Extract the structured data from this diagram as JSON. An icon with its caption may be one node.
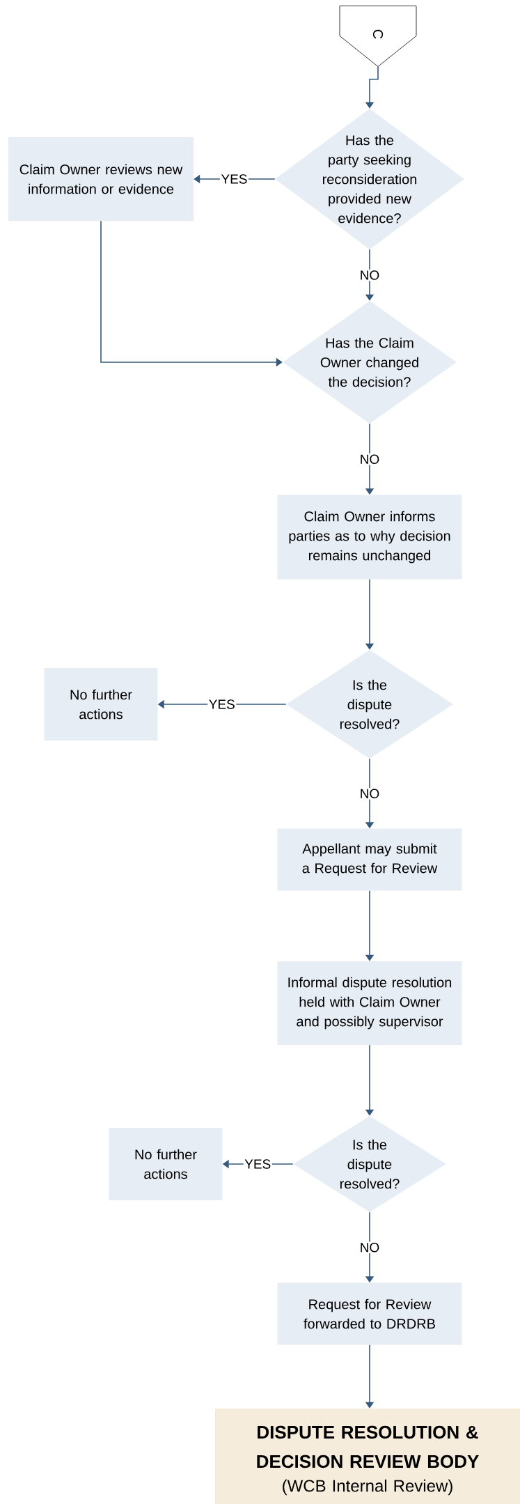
{
  "diagram": {
    "nodes": [
      {
        "text": [
          "C"
        ]
      },
      {
        "text": [
          "Has the party seeking reconsideration provided new evidence?"
        ]
      },
      {
        "text": [
          "Claim Owner reviews new information or evidence"
        ]
      },
      {
        "text": [
          "Has the Claim Owner changed the decision?"
        ]
      },
      {
        "text": [
          "Claim Owner informs parties as to why decision remains unchanged"
        ]
      },
      {
        "text": [
          "Is the dispute resolved?"
        ]
      },
      {
        "text": [
          "No further actions"
        ]
      },
      {
        "text": [
          "Appellant may submit a Request for Review"
        ]
      },
      {
        "text": [
          "Informal dispute resolution held with Claim Owner and possibly supervisor"
        ]
      },
      {
        "text": [
          "Is the dispute resolved?"
        ]
      },
      {
        "text": [
          "No further actions"
        ]
      },
      {
        "text": [
          "Request for Review forwarded to DRDRB"
        ]
      },
      {
        "text": [
          "DISPUTE RESOLUTION & DECISION REVIEW BODY",
          "(WCB Internal Review)"
        ]
      }
    ],
    "edges": [
      {
        "from": 0,
        "to": 1,
        "arrow": "to"
      },
      {
        "from": 1,
        "to": 2,
        "arrow": "to",
        "label": "YES"
      },
      {
        "from": 1,
        "to": 3,
        "arrow": "to",
        "label": "NO"
      },
      {
        "from": 2,
        "to": 3,
        "arrow": "to"
      },
      {
        "from": 3,
        "to": 4,
        "arrow": "to",
        "label": "NO"
      },
      {
        "from": 4,
        "to": 5,
        "arrow": "to"
      },
      {
        "from": 5,
        "to": 6,
        "arrow": "to",
        "label": "YES"
      },
      {
        "from": 5,
        "to": 7,
        "arrow": "to",
        "label": "NO"
      },
      {
        "from": 7,
        "to": 8,
        "arrow": "to"
      },
      {
        "from": 8,
        "to": 9,
        "arrow": "to"
      },
      {
        "from": 9,
        "to": 10,
        "arrow": "to",
        "label": "YES"
      },
      {
        "from": 9,
        "to": 11,
        "arrow": "to",
        "label": "NO"
      },
      {
        "from": 11,
        "to": 12,
        "arrow": "to"
      }
    ]
  }
}
